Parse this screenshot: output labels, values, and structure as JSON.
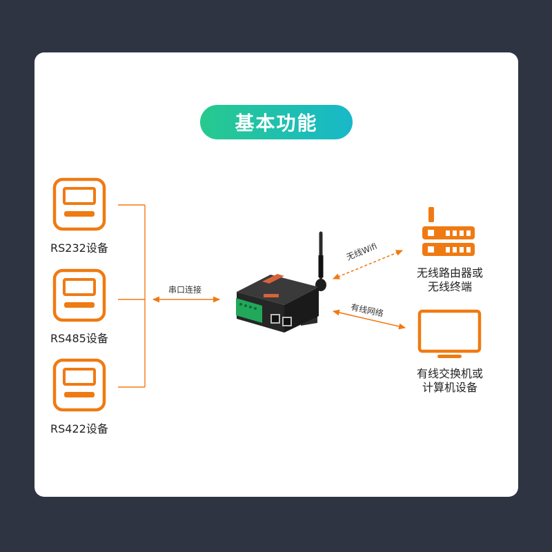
{
  "title": "基本功能",
  "devices": [
    {
      "label": "RS232设备"
    },
    {
      "label": "RS485设备"
    },
    {
      "label": "RS422设备"
    }
  ],
  "links": {
    "serial": "串口连接",
    "wifi": "无线Wifi",
    "wired": "有线网络"
  },
  "targets": {
    "router_line1": "无线路由器或",
    "router_line2": "无线终端",
    "computer_line1": "有线交换机或",
    "computer_line2": "计算机设备"
  },
  "colors": {
    "accent": "#f07a12",
    "title_gradient_start": "#27c98e",
    "title_gradient_end": "#18b8c9",
    "background": "#2e3442"
  }
}
